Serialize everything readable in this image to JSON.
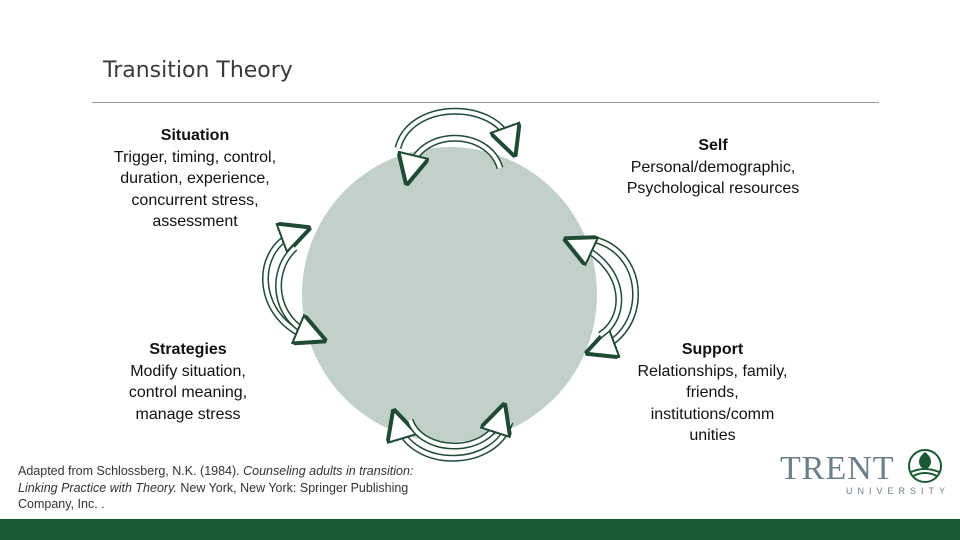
{
  "slide": {
    "title": "Transition Theory"
  },
  "situation": {
    "heading": "Situation",
    "body": "Trigger, timing, control, duration, experience, concurrent stress, assessment"
  },
  "self": {
    "heading": "Self",
    "body": "Personal/demographic, Psychological resources"
  },
  "strategies": {
    "heading": "Strategies",
    "body": "Modify situation, control meaning, manage stress"
  },
  "support": {
    "heading": "Support",
    "body": "Relationships, family, friends, institutions/comm unities"
  },
  "citation": {
    "prefix": "Adapted from Schlossberg, N.K. (1984). ",
    "book_title": "Counseling adults in transition: Linking Practice with Theory.",
    "publisher": " New York, New York: Springer Publishing Company, Inc. ."
  },
  "logo": {
    "wordmark": "TRENT",
    "subtext": "UNIVERSITY"
  },
  "colors": {
    "circle": "#c1d1ca",
    "arrow_stroke": "#1f4a34",
    "footer": "#1a5a32"
  }
}
